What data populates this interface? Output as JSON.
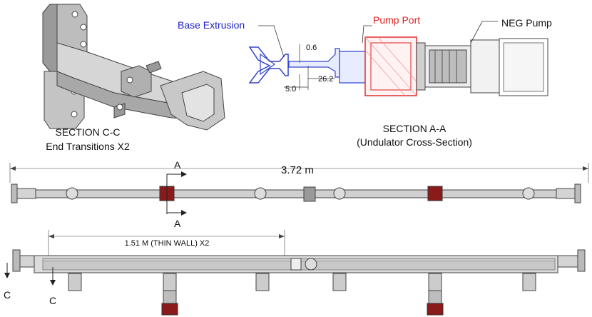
{
  "section_cc": {
    "title": "SECTION C-C",
    "subtitle": "End Transitions X2"
  },
  "section_aa": {
    "title": "SECTION A-A",
    "subtitle": "(Undulator Cross-Section)",
    "labels": {
      "base_extrusion": "Base Extrusion",
      "pump_port": "Pump Port",
      "neg_pump": "NEG Pump"
    },
    "dimensions": {
      "thickness": "0.6",
      "width": "5.0",
      "gap": "26.2"
    }
  },
  "top_view": {
    "length": "3.72 m",
    "cut_label_top": "A",
    "cut_label_bottom": "A"
  },
  "side_view": {
    "thin_wall_label": "1.51 M (THIN WALL) X2",
    "cut_label_left": "C",
    "cut_label_right": "C"
  },
  "colors": {
    "pump_red": "#8b1a1a",
    "base_extrusion_blue": "#2222cc",
    "pump_port_red": "#dd2222",
    "tube_gray": "#cfcfcf",
    "line_dark": "#333333"
  }
}
